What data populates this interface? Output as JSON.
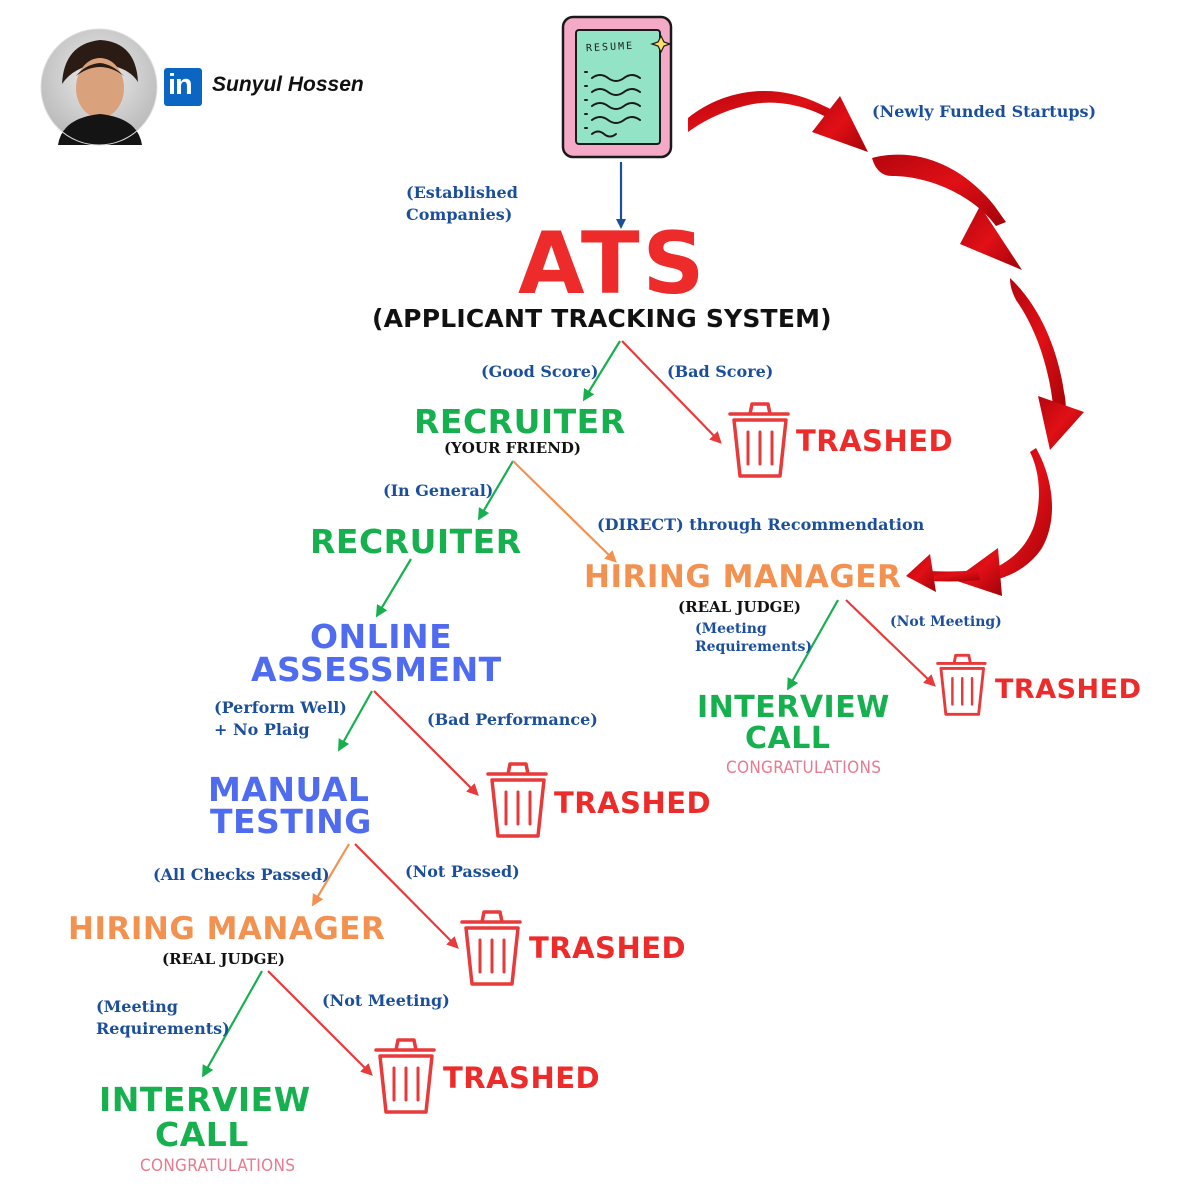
{
  "author": {
    "name": "Sunyul Hossen",
    "network_icon": "linkedin-icon",
    "network_label": "in"
  },
  "resume": {
    "label": "RESUME"
  },
  "ats": {
    "title": "ATS",
    "subtitle": "(APPLICANT TRACKING SYSTEM)"
  },
  "edges": {
    "established": [
      "(Established",
      "Companies)"
    ],
    "newly_funded": "(Newly Funded Startups)",
    "good_score": "(Good Score)",
    "bad_score": "(Bad Score)",
    "in_general": "(In General)",
    "direct": "(DIRECT) through Recommendation",
    "meeting_right": [
      "(Meeting",
      "Requirements)"
    ],
    "not_meeting_right": "(Not Meeting)",
    "perform_well": [
      "(Perform Well)",
      "+ No Plaig"
    ],
    "bad_performance": "(Bad Performance)",
    "all_checks": "(All Checks Passed)",
    "not_passed": "(Not Passed)",
    "meeting_left": [
      "(Meeting",
      "Requirements)"
    ],
    "not_meeting_left": "(Not Meeting)"
  },
  "nodes": {
    "recruiter_friend": {
      "title": "RECRUITER",
      "sub": "(YOUR FRIEND)"
    },
    "recruiter": {
      "title": "RECRUITER"
    },
    "hiring_manager_right": {
      "title": "HIRING MANAGER",
      "sub": "(REAL JUDGE)"
    },
    "online_assessment": {
      "title": [
        "ONLINE",
        "ASSESSMENT"
      ]
    },
    "manual_testing": {
      "title": [
        "MANUAL",
        "TESTING"
      ]
    },
    "hiring_manager_left": {
      "title": "HIRING MANAGER",
      "sub": "(REAL JUDGE)"
    },
    "interview_right": {
      "title": [
        "INTERVIEW",
        "CALL"
      ],
      "note": "CONGRATULATIONS"
    },
    "interview_left": {
      "title": [
        "INTERVIEW",
        "CALL"
      ],
      "note": "CONGRATULATIONS"
    }
  },
  "trashed_label": "TRASHED",
  "colors": {
    "green": "#17b04f",
    "orange": "#f39250",
    "blue": "#4f6cf0",
    "red": "#ee2b2b",
    "edge_text": "#1b4f9c",
    "ats": "#ee2b2b",
    "linkedin": "#0a66c2",
    "resume_fill": "#93e3c6",
    "resume_border": "#e8609a"
  }
}
